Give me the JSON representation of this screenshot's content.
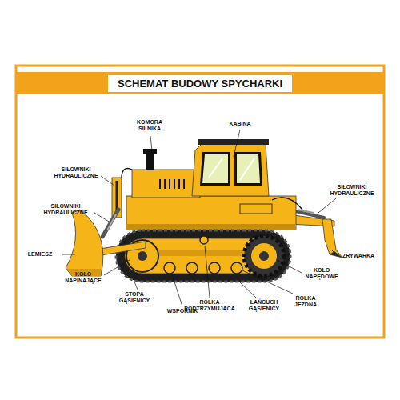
{
  "diagram": {
    "title": "SCHEMAT BUDOWY SPYCHARKI",
    "labels": [
      "KOMORA SILNIKA",
      "KABINA",
      "SIŁOWNIKI HYDRAULICZNE",
      "SIŁOWNIKI HYDRAULICZNE",
      "SIŁOWNIKI HYDRAULICZNE",
      "LEMIESZ",
      "ZRYWARKA",
      "KOŁO NAPINAJĄCE",
      "STOPA GĄSIENICY",
      "WSPORNIK",
      "ROLKA PODTRZYMUJĄCA",
      "ŁAŃCUCH GĄSIENICY",
      "ROLKA JEZDNA",
      "KOŁO NAPĘDOWE"
    ]
  }
}
